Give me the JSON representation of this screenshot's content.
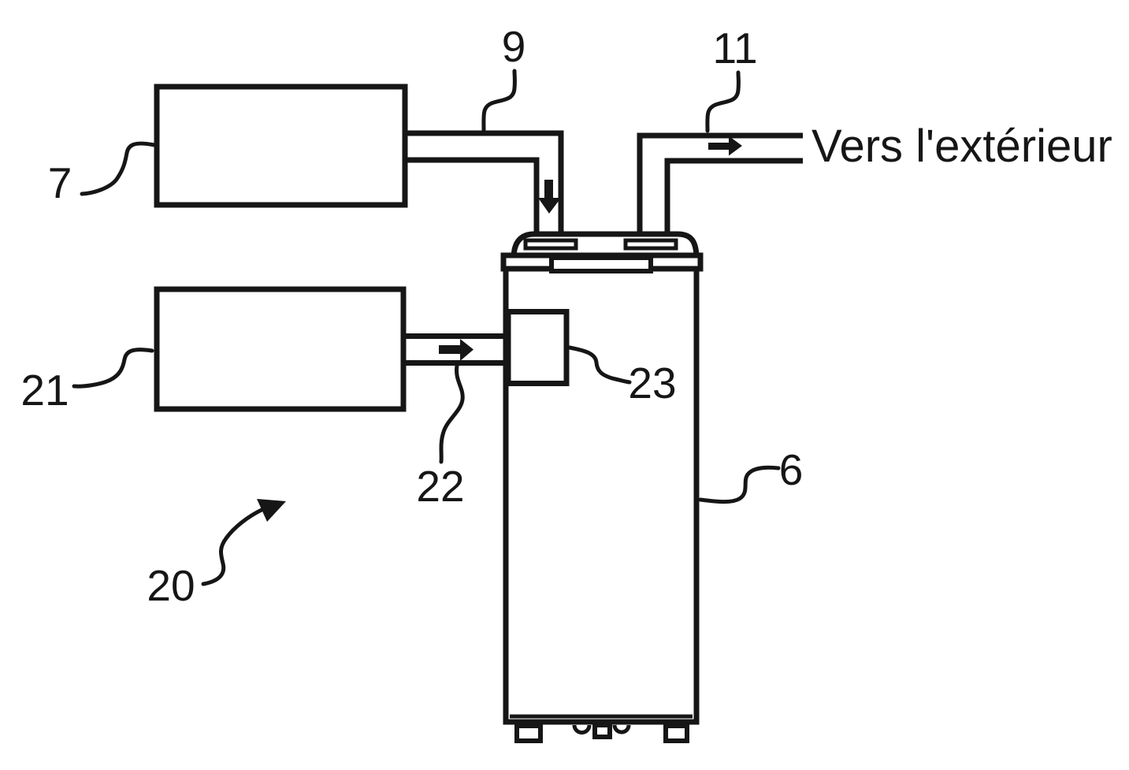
{
  "figure": {
    "background": "#ffffff",
    "ink": "#161616",
    "annotation": {
      "exhaust_text": "Vers l'extérieur"
    },
    "ref_numerals": {
      "upper_box": "7",
      "upper_pipe": "9",
      "exhaust_pipe": "11",
      "lower_box": "21",
      "inlet_pipe": "22",
      "inlet_unit": "23",
      "tank": "6",
      "system": "20"
    }
  }
}
